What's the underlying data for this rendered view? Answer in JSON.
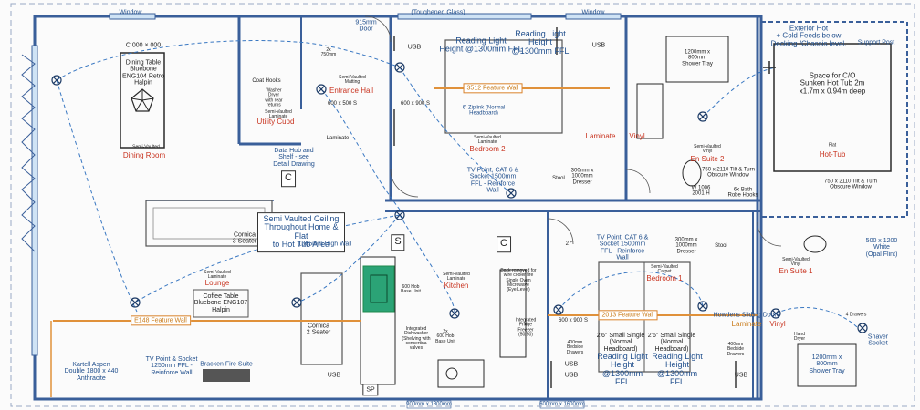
{
  "colors": {
    "wall": "#3a5f9a",
    "cable": "#3a78c2",
    "feature_wall": "#e0913a",
    "red_text": "#c8321e",
    "blue_text": "#1f4e8c",
    "fixture": "#2a2a2a",
    "green_fixture": "#1f8a4c"
  },
  "top_labels": {
    "window_left": "Window",
    "door_915": "915mm\nDoor",
    "toughened_glass": "(Toughened Glass)",
    "window_mid": "Window",
    "exterior_hot": "Exterior Hot\n+ Cold Feeds below\nDecking /Chassis level.",
    "support_post": "Support Post"
  },
  "dining": {
    "dim": "C 000 × 000",
    "table": "Dining Table\nBluebone\nENG104 Retro\nHalpin",
    "name": "Dining Room",
    "ceiling": "Semi-Vaulted"
  },
  "utility": {
    "name": "Utility Cupd",
    "coat_hooks": "Coat Hooks",
    "ceiling": "Semi-Vaulted\nLaminate",
    "data_hub": "Data Hub and\nShelf - see\nDetail Drawing",
    "washer": "Washer\nDryer\nwith rear\nreturns"
  },
  "entrance": {
    "name": "Entrance Hall",
    "ceiling": "Semi-Vaulted\nMatting",
    "dim_750": "2x\n750mm",
    "dim_600": "600 x 500 S",
    "flooring": "Laminate"
  },
  "bedroom2": {
    "name": "Bedroom 2",
    "ceiling": "Semi-Vaulted\nLaminate",
    "reading_light_left": "Reading Light\nHeight @1300mm FFL",
    "reading_light_right": "Reading Light\nHeight\n@1300mm FFL",
    "usb_left": "USB",
    "usb_right": "USB",
    "feature_wall": "3512 Feature Wall",
    "zipl": "6' Ziplink (Normal\nHeadboard)",
    "dim": "600 x 900 S",
    "tv": "TV Point, CAT 6 &\nSocket 1500mm\nFFL - Reinforce\nWall",
    "dresser": "300mm x\n1000mm\nDresser",
    "stool": "Stool",
    "laminate": "Laminate",
    "vinyl": "Vinyl"
  },
  "ensuite2": {
    "name": "En Suite 2",
    "ceiling": "Semi-Vaulted\nVinyl",
    "shower": "1200mm x\n800mm\nShower Tray",
    "window": "750 x 2110 Tilt & Turn\nObscure Window",
    "robe": "6x Bath\nRobe Hooks",
    "door": "W 1006\n2001 H"
  },
  "hottub": {
    "space": "Space for C/O\nSunken Hot Tub 2m\nx1.7m x 0.94m deep",
    "flat": "Flat",
    "name": "Hot-Tub",
    "window": "750 x 2110 Tilt & Turn\nObscure Window"
  },
  "lounge": {
    "name": "Lounge",
    "ceiling": "Semi-Vaulted\nLaminate",
    "ceiling_note": "Semi Vaulted Ceiling\nThroughout Home & Flat\nto Hot Tub Area",
    "sofa3": "Cornica\n3 Seater",
    "sofa2": "Cornica\n2 Seater",
    "coffee": "Coffee Table\nBluebone ENG107\nHalpin",
    "feature_wall": "E148 Feature Wall",
    "fire": "TV Point & Socket\n1250mm FFL -\nReinforce Wall",
    "fire_suite": "Bracken Fire Suite",
    "stove": "Kartell Aspen\nDouble 1800 x 440\nAnthracite",
    "usb": "USB",
    "high_wall": "1365mm High Wall"
  },
  "kitchen": {
    "name": "Kitchen",
    "ceiling": "Semi-Vaulted\nLaminate",
    "s_label": "S",
    "c_label": "C",
    "dishwasher": "Integrated\nDishwasher\n(Shelving with\nconcertina\nvalves",
    "hob": "600 Hob\nBase Unit",
    "wall_unit": "2x\n600 Hob\nBase Unit",
    "fridge": "Integrated\nFridge\nFreezer\n(50/50)",
    "oven": "Back removed for\nwire cooler fire\nSingle Oven\nMicrowave\n(Eye Level)",
    "usb": "USB"
  },
  "bedroom1": {
    "name": "Bedroom 1",
    "ceiling": "Semi-Vaulted\nCarpet",
    "tv": "TV Point, CAT 6 &\nSocket 1500mm\nFFL - Reinforce\nWall",
    "dresser": "300mm x\n1000mm\nDresser",
    "stool": "Stool",
    "feature_wall": "2013 Feature Wall",
    "dim": "600 x 900 S",
    "single_left": "2'6\" Small Single\n(Normal\nHeadboard)",
    "single_right": "2'6\" Small Single\n(Normal\nHeadboard)",
    "reading_left": "Reading Light\nHeight\n@1300mm FFL",
    "reading_right": "Reading Light\nHeight\n@1300mm FFL",
    "usb_left": "USB",
    "usb_right": "USB",
    "bedside_left": "400mm\nBedside\nDrawers",
    "bedside_right": "400mm\nBedside\nDrawers",
    "dim_27": "27\"",
    "doors": "Howdens Sliding Doors",
    "laminate": "Laminate",
    "vinyl": "Vinyl"
  },
  "ensuite1": {
    "name": "En Suite 1",
    "ceiling": "Semi-Vaulted\nVinyl",
    "window": "500 x 1200\nWhite\n(Opal Flint)",
    "shower": "1200mm x\n800mm\nShower Tray",
    "shaver": "Shaver\nSocket",
    "drawers": "4 Drawers",
    "hand": "Hand\nDryer"
  },
  "marks": {
    "c_mark": "C",
    "c_mark2": "C",
    "sp": "SP"
  },
  "bottom_dims": {
    "left": "900mm x 1800mm",
    "right": "600mm x 1600mm"
  }
}
